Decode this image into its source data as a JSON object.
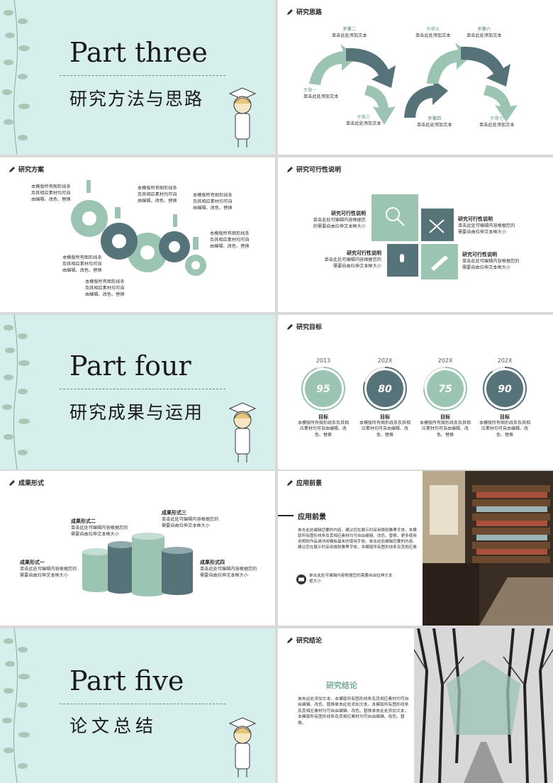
{
  "colors": {
    "mint_bg": "#d6eeec",
    "sage": "#9cc4b3",
    "slate": "#56737a",
    "dark": "#1a1a1a"
  },
  "sections": {
    "three": {
      "part": "Part three",
      "title": "研究方法与思路"
    },
    "four": {
      "part": "Part four",
      "title": "研究成果与运用"
    },
    "five": {
      "part": "Part five",
      "title": "论文总结"
    }
  },
  "approach": {
    "header": "研究思路",
    "steps": [
      {
        "label": "步骤一",
        "text": "单击此处添加文本"
      },
      {
        "label": "步骤二",
        "text": "单击此处添加文本"
      },
      {
        "label": "步骤三",
        "text": "单击此处添加文本"
      },
      {
        "label": "步骤四",
        "text": "单击此处添加文本"
      },
      {
        "label": "步骤五",
        "text": "单击此处添加文本"
      },
      {
        "label": "步骤六",
        "text": "单击此处添加文本"
      },
      {
        "label": "步骤七",
        "text": "单击此处添加文本"
      }
    ]
  },
  "plan": {
    "header": "研究方案",
    "notes": [
      "本模版所有图形线条及其相应素材均可自由编辑、改色、替换",
      "本模版所有图形线条及其相应素材均可自由编辑、改色、替换",
      "本模版所有图形线条及其相应素材均可自由编辑、改色、替换",
      "本模版所有图形线条及其相应素材均可自由编辑、改色、替换",
      "本模版所有图形线条及其相应素材均可自由编辑、改色、替换",
      "本模版所有图形线条及其相应素材均可自由编辑、改色、替换"
    ]
  },
  "feasibility": {
    "header": "研究可行性说明",
    "items": [
      {
        "title": "研究可行性说明",
        "text": "单击此处可编辑内容根据您的需要自由拉伸文本框大小"
      },
      {
        "title": "研究可行性说明",
        "text": "单击此处可编辑内容根据您的需要自由拉伸文本框大小"
      },
      {
        "title": "研究可行性说明",
        "text": "单击此处可编辑内容根据您的需要自由拉伸文本框大小"
      },
      {
        "title": "研究可行性说明",
        "text": "单击此处可编辑内容根据您的需要自由拉伸文本框大小"
      }
    ]
  },
  "goals": {
    "header": "研究目标",
    "items": [
      {
        "year": "2013",
        "value": "95",
        "label": "目标",
        "text": "本模版所有图形线条及其相应素材均可自由编辑、改色、替换",
        "color": "#9cc4b3",
        "progress": 0.95
      },
      {
        "year": "202X",
        "value": "80",
        "label": "目标",
        "text": "本模版所有图形线条及其相应素材均可自由编辑、改色、替换",
        "color": "#56737a",
        "progress": 0.8
      },
      {
        "year": "202X",
        "value": "75",
        "label": "目标",
        "text": "本模版所有图形线条及其相应素材均可自由编辑、改色、替换",
        "color": "#9cc4b3",
        "progress": 0.75
      },
      {
        "year": "202X",
        "value": "90",
        "label": "目标",
        "text": "本模版所有图形线条及其相应素材均可自由编辑、改色、替换",
        "color": "#56737a",
        "progress": 0.9
      }
    ]
  },
  "results": {
    "header": "成果形式",
    "items": [
      {
        "title": "成果形式一",
        "text": "单击此处可编辑内容根据您的需要自由拉伸文本框大小"
      },
      {
        "title": "成果形式二",
        "text": "单击此处可编辑内容根据您的需要自由拉伸文本框大小"
      },
      {
        "title": "成果形式三",
        "text": "单击此处可编辑内容根据您的需要自由拉伸文本框大小"
      },
      {
        "title": "成果形式四",
        "text": "单击此处可编辑内容根据您的需要自由拉伸文本框大小"
      }
    ]
  },
  "prospect": {
    "header": "应用前景",
    "title": "应用前景",
    "body": "单击此处编辑您要的内容，建议您在展示时采用微软雅黑字体，本模版所有图形线条及其相应素材均可自由编辑、改色、替换，更多使用说明和作品请详阅模板最末的使用手册。单击此处编辑您要的内容，建议您在展示时采用微软雅黑字体，本模版所有图形线条及其相应素",
    "note": "单击此处可编辑内容根据您的需要自由拉伸文本框大小"
  },
  "conclusion": {
    "header": "研究结论",
    "title": "研究结论",
    "body": "单击此处添加文本，本模版所有图形线条及其相应素材均可自由编辑、改色、替换单击此处添加文本，本模版所有图形线条及其相应素材均可自由编辑、改色、替换单击此处添加文本，本模版所有图形线条及其相应素材均可自由编辑、改色、替换。"
  }
}
